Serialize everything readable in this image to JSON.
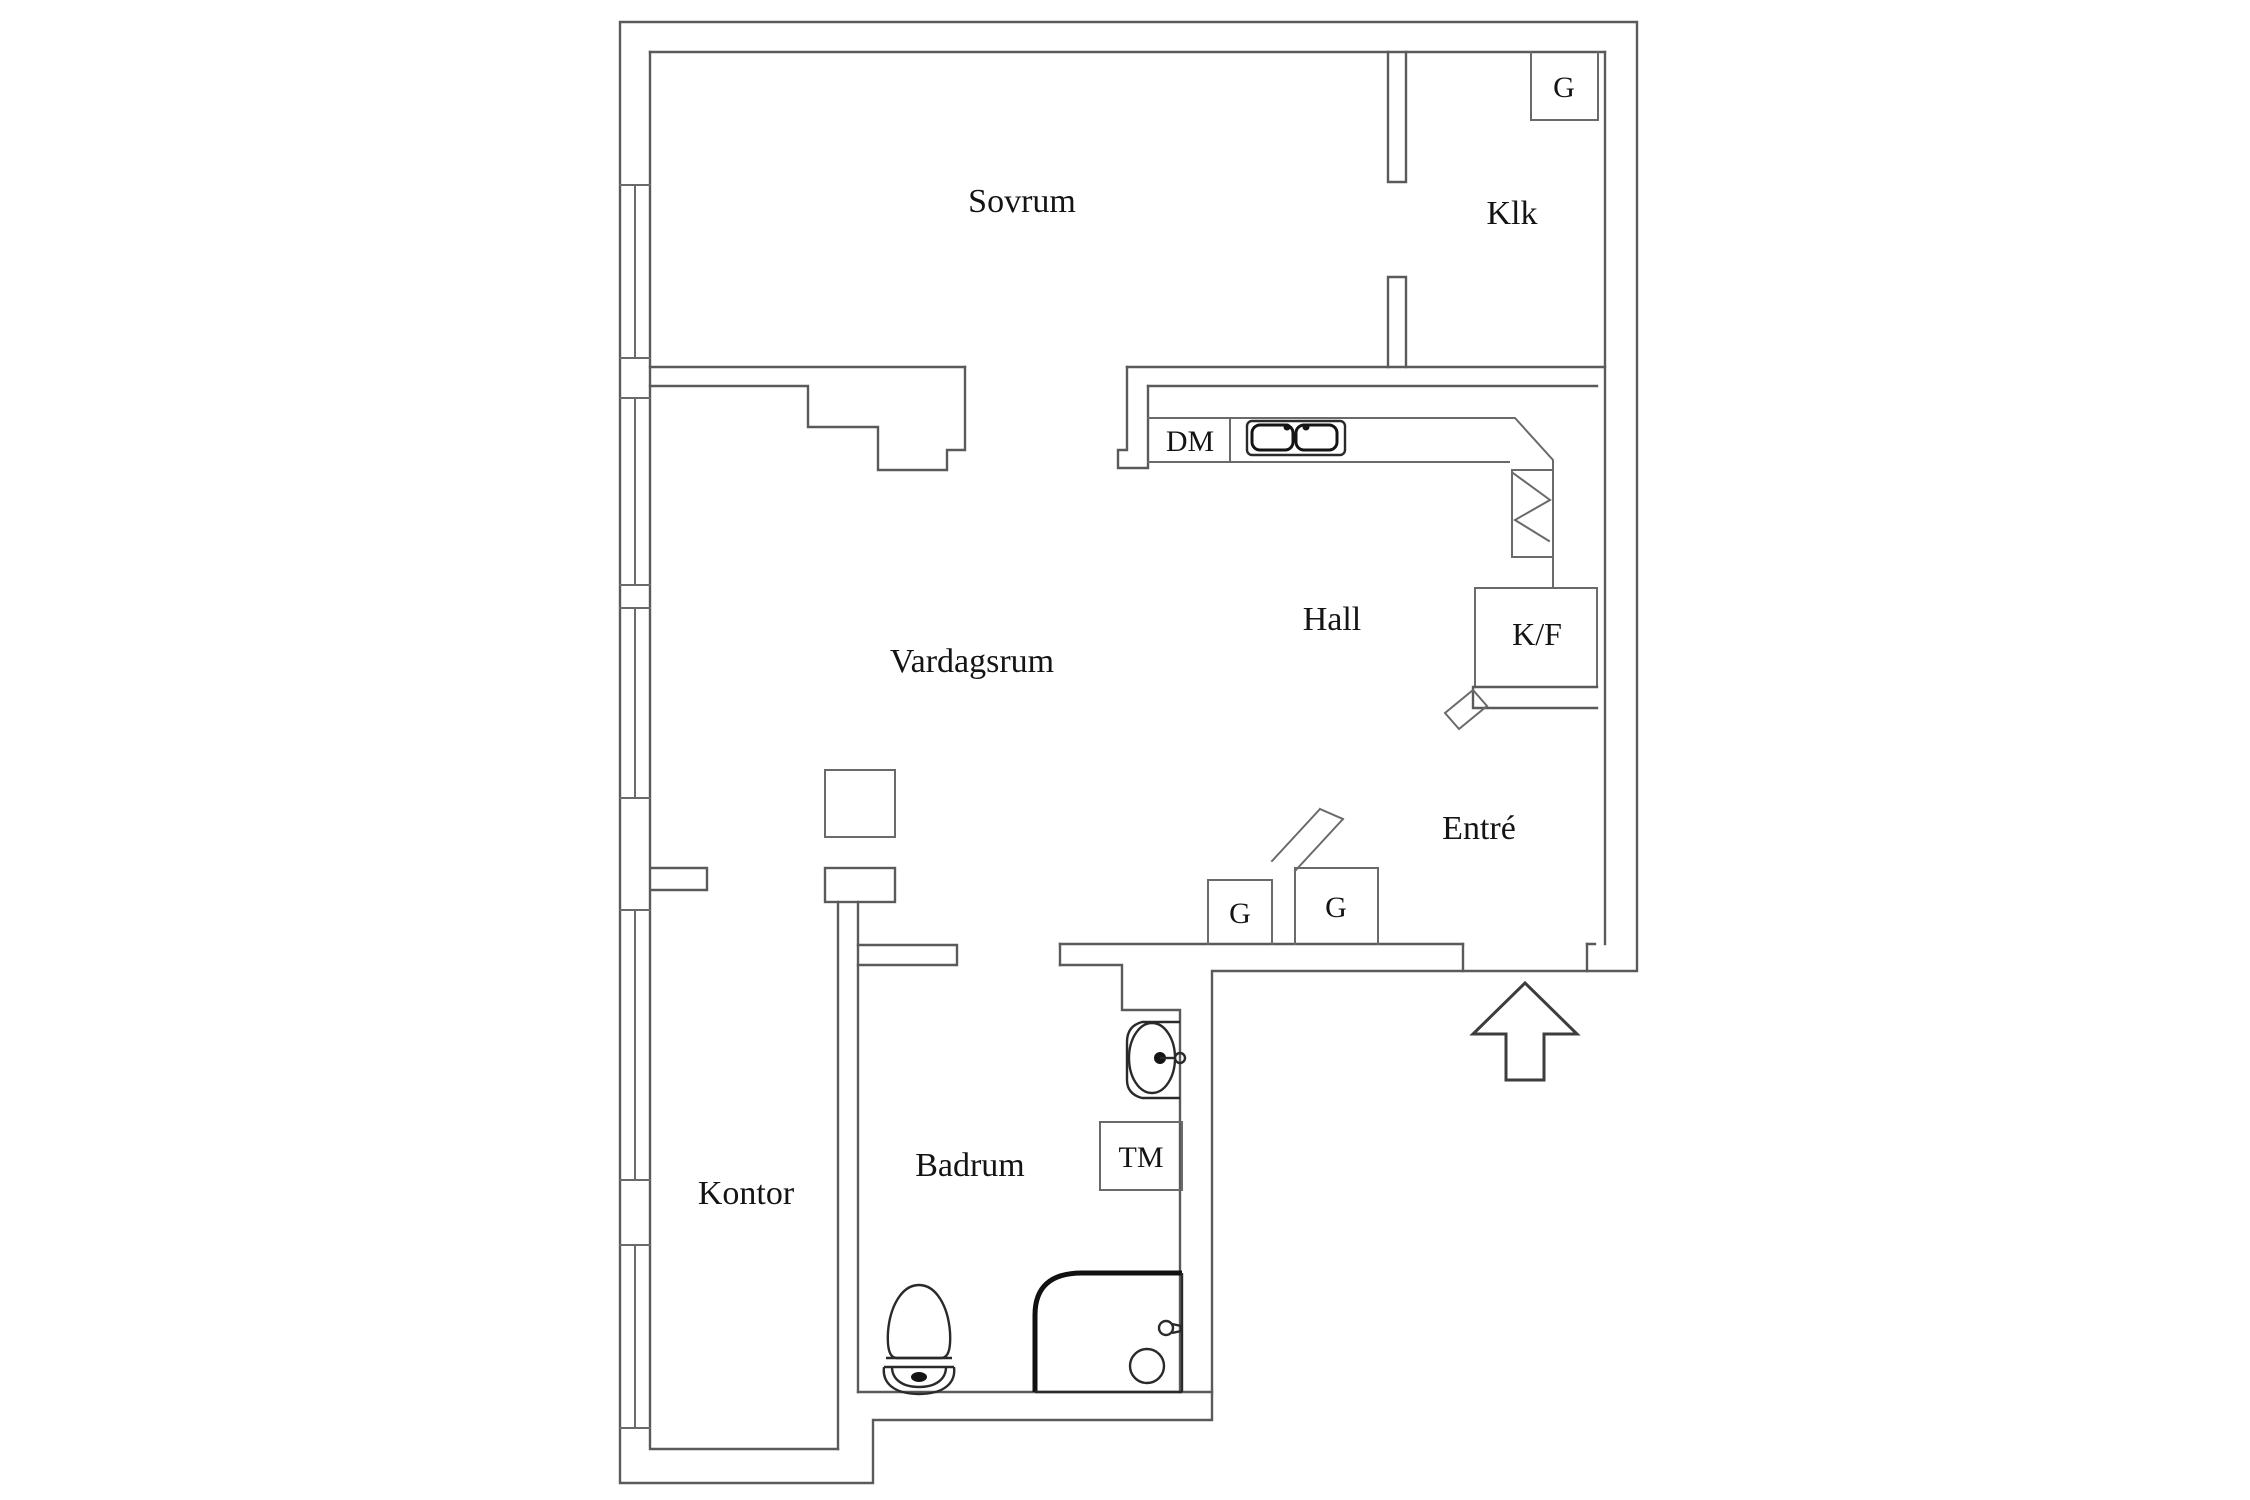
{
  "rooms": {
    "sovrum": "Sovrum",
    "klk": "Klk",
    "hall": "Hall",
    "vardagsrum": "Vardagsrum",
    "entre": "Entré",
    "kontor": "Kontor",
    "badrum": "Badrum"
  },
  "labels": {
    "wardrobe_klk": "G",
    "dishwasher": "DM",
    "fridge_freezer": "K/F",
    "wardrobe_entre_1": "G",
    "wardrobe_entre_2": "G",
    "washing_machine": "TM"
  },
  "colors": {
    "background": "#ffffff",
    "wall_line": "#5a5a5a",
    "fixture_line": "#1b1b1b",
    "label_text": "#141414"
  }
}
